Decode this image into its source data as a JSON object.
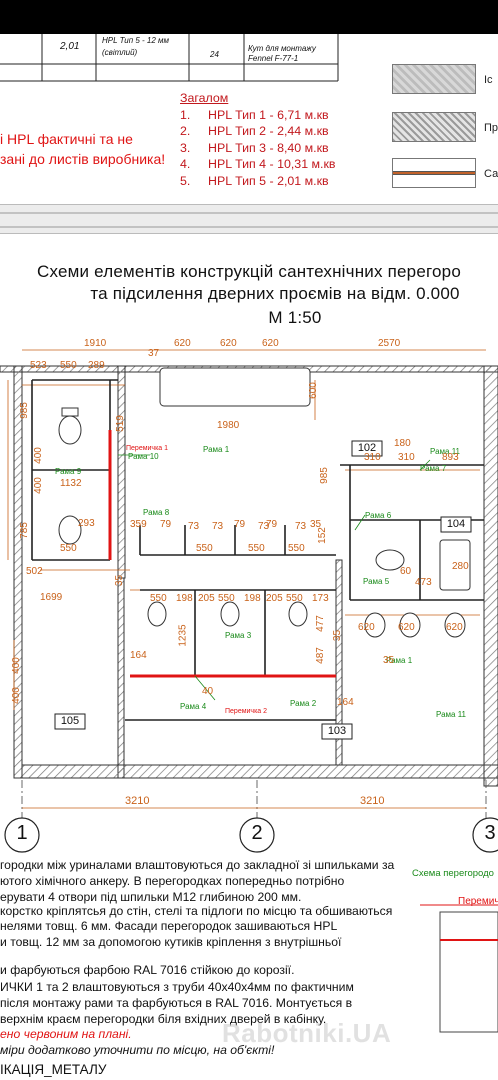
{
  "spec_table": {
    "row_value": "2,01",
    "row_type": "HPL Тип 5 - 12 мм",
    "row_type_sub": "(світлий)",
    "row_qty": "24",
    "row_item": "Кут для монтажу",
    "row_item_sub": "Fennel F-77-1"
  },
  "red_note": [
    "і HPL фактичні та не",
    "зані до листів виробника!"
  ],
  "summary": {
    "heading": "Загалом",
    "items": [
      {
        "n": "1.",
        "text": "HPL Тип 1 - 6,71 м.кв"
      },
      {
        "n": "2.",
        "text": "HPL Тип 2 - 2,44 м.кв"
      },
      {
        "n": "3.",
        "text": "HPL Тип 3 - 8,40 м.кв"
      },
      {
        "n": "4.",
        "text": "HPL Тип 4 - 10,31 м.кв"
      },
      {
        "n": "5.",
        "text": "HPL Тип 5 - 2,01 м.кв"
      }
    ]
  },
  "legend_labels": [
    "Іс",
    "Пр",
    "Са"
  ],
  "plan": {
    "title_line1": "Схеми елементів конструкцій сантехнічних перегоро",
    "title_line2": "та підсилення дверних проємів на відм. 0.000",
    "scale": "М 1:50",
    "rooms": {
      "r102": "102",
      "r103": "103",
      "r104": "104",
      "r105": "105"
    },
    "labels": {
      "rama1_top": "Рама 1",
      "rama11_top": "Рама 11",
      "rama10": "Рама 10",
      "rama9": "Рама 9",
      "rama8": "Рама 8",
      "rama7": "Рама 7",
      "rama6": "Рама 6",
      "rama5": "Рама 5",
      "rama3": "Рама 3",
      "rama2": "Рама 2",
      "rama4": "Рама 4",
      "rama1_right": "Рама 1",
      "rama11_bottom": "Рама 11",
      "peremychka1": "Перемичка 1",
      "peremychka2": "Перемичка 2"
    },
    "dims": {
      "d1910": "1910",
      "d37": "37",
      "d620a": "620",
      "d620b": "620",
      "d620c": "620",
      "d2570": "2570",
      "d523": "523",
      "d550": "550",
      "d289": "289",
      "d1980": "1980",
      "d600": "600",
      "d985a": "985",
      "d519": "519",
      "d1132": "1132",
      "d400a": "400",
      "d400b": "400",
      "d293": "293",
      "d785": "785",
      "d550b": "550",
      "d502": "502",
      "d35a": "35",
      "d1699": "1699",
      "d359": "359",
      "d79a": "79",
      "d73a": "73",
      "d73b": "73",
      "d79b": "79",
      "d73c": "73",
      "d79c": "79",
      "d73d": "73",
      "d35b": "35",
      "d152": "152",
      "d985b": "985",
      "d550c": "550",
      "d550d": "550",
      "d550e": "550",
      "d550r1": "550",
      "d198a": "198",
      "d205a": "205",
      "d550r2": "550",
      "d198b": "198",
      "d205b": "205",
      "d550r3": "550",
      "d173": "173",
      "d1235": "1235",
      "d477": "477",
      "d164a": "164",
      "d487": "487",
      "d164b": "164",
      "d40": "40",
      "d400c": "400",
      "d400d": "400",
      "d180": "180",
      "d310a": "310",
      "d310b": "310",
      "d893": "893",
      "d280": "280",
      "d60": "60",
      "d473": "473",
      "d620d": "620",
      "d620e": "620",
      "d620f": "620",
      "d35c": "35",
      "d35d": "35",
      "d3210a": "3210",
      "d3210b": "3210"
    },
    "axes": [
      "1",
      "2",
      "3"
    ]
  },
  "inset_label": "Схема перегородо",
  "inset_sub": "Перемич",
  "notes": [
    "городки між уриналами влаштовуються до закладної зі шпильками за",
    "ютого хімічного анкеру. В перегородках попередньо потрібно",
    "ерувати 4 отвори під шпильки М12  глибиною 200 мм.",
    "корстко кріплятсья до стін, стелі та підлоги по місцю та обшиваються",
    "нелями товщ.  6 мм. Фасади перегородок зашиваються HPL",
    "и товщ. 12 мм за допомогою кутиків кріплення з внутрішньої",
    "и фарбуються фарбою RAL 7016 стійкою до корозії.",
    "ИЧКИ 1 та 2 влаштовуються з труби 40х40х4мм по фактичним",
    " після монтажу рами та фарбуються в RAL 7016. Монтується в",
    " верхнім краєм перегородки біля вхідних дверей в кабінку."
  ],
  "note_red": "ено червоним на плані.",
  "note_last": "міри додатково уточнити по місцю, на об'єкті!",
  "footer": "ІКАЦІЯ_МЕТАЛУ",
  "watermark": "Rabotniki.UA",
  "colors": {
    "dim": "#c9621a",
    "rama": "#1a8a1a",
    "peremychka": "#e01414",
    "summary": "#c2181d"
  }
}
